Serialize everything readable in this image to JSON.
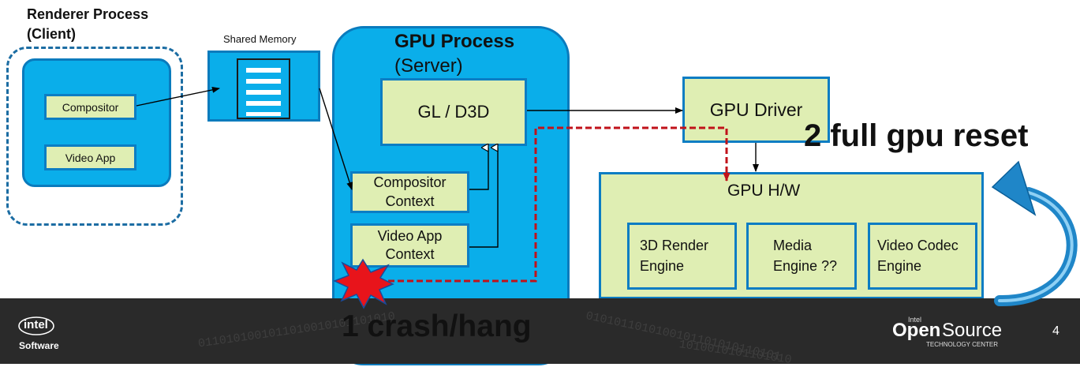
{
  "renderer": {
    "title_line1": "Renderer Process",
    "title_line2": "(Client)",
    "compositor": "Compositor",
    "video_app": "Video App"
  },
  "shared_memory": {
    "label": "Shared Memory"
  },
  "gpu_process": {
    "title": "GPU Process",
    "subtitle": "(Server)",
    "gl_d3d": "GL / D3D",
    "compositor_ctx_1": "Compositor",
    "compositor_ctx_2": "Context",
    "video_ctx_1": "Video App",
    "video_ctx_2": "Context",
    "crash_label": "1 crash/hang"
  },
  "gpu_driver": {
    "label": "GPU Driver",
    "reset_label": "2 full gpu reset"
  },
  "gpu_hw": {
    "title": "GPU H/W",
    "render_1": "3D Render",
    "render_2": "Engine",
    "media_1": "Media",
    "media_2": "Engine ??",
    "codec_1": "Video Codec",
    "codec_2": "Engine"
  },
  "footer": {
    "intel_logo": "intel",
    "software": "Software",
    "os_intel": "Intel",
    "os_open": "Open",
    "os_source": "Source",
    "os_center": "TECHNOLOGY CENTER",
    "page_number": "4"
  },
  "colors": {
    "box_fill": "#dfeeb3",
    "box_border": "#0c7dc3",
    "process_fill": "#0aaeea",
    "crash_red": "#e8141b",
    "footer_bg": "#2a2a2a"
  }
}
